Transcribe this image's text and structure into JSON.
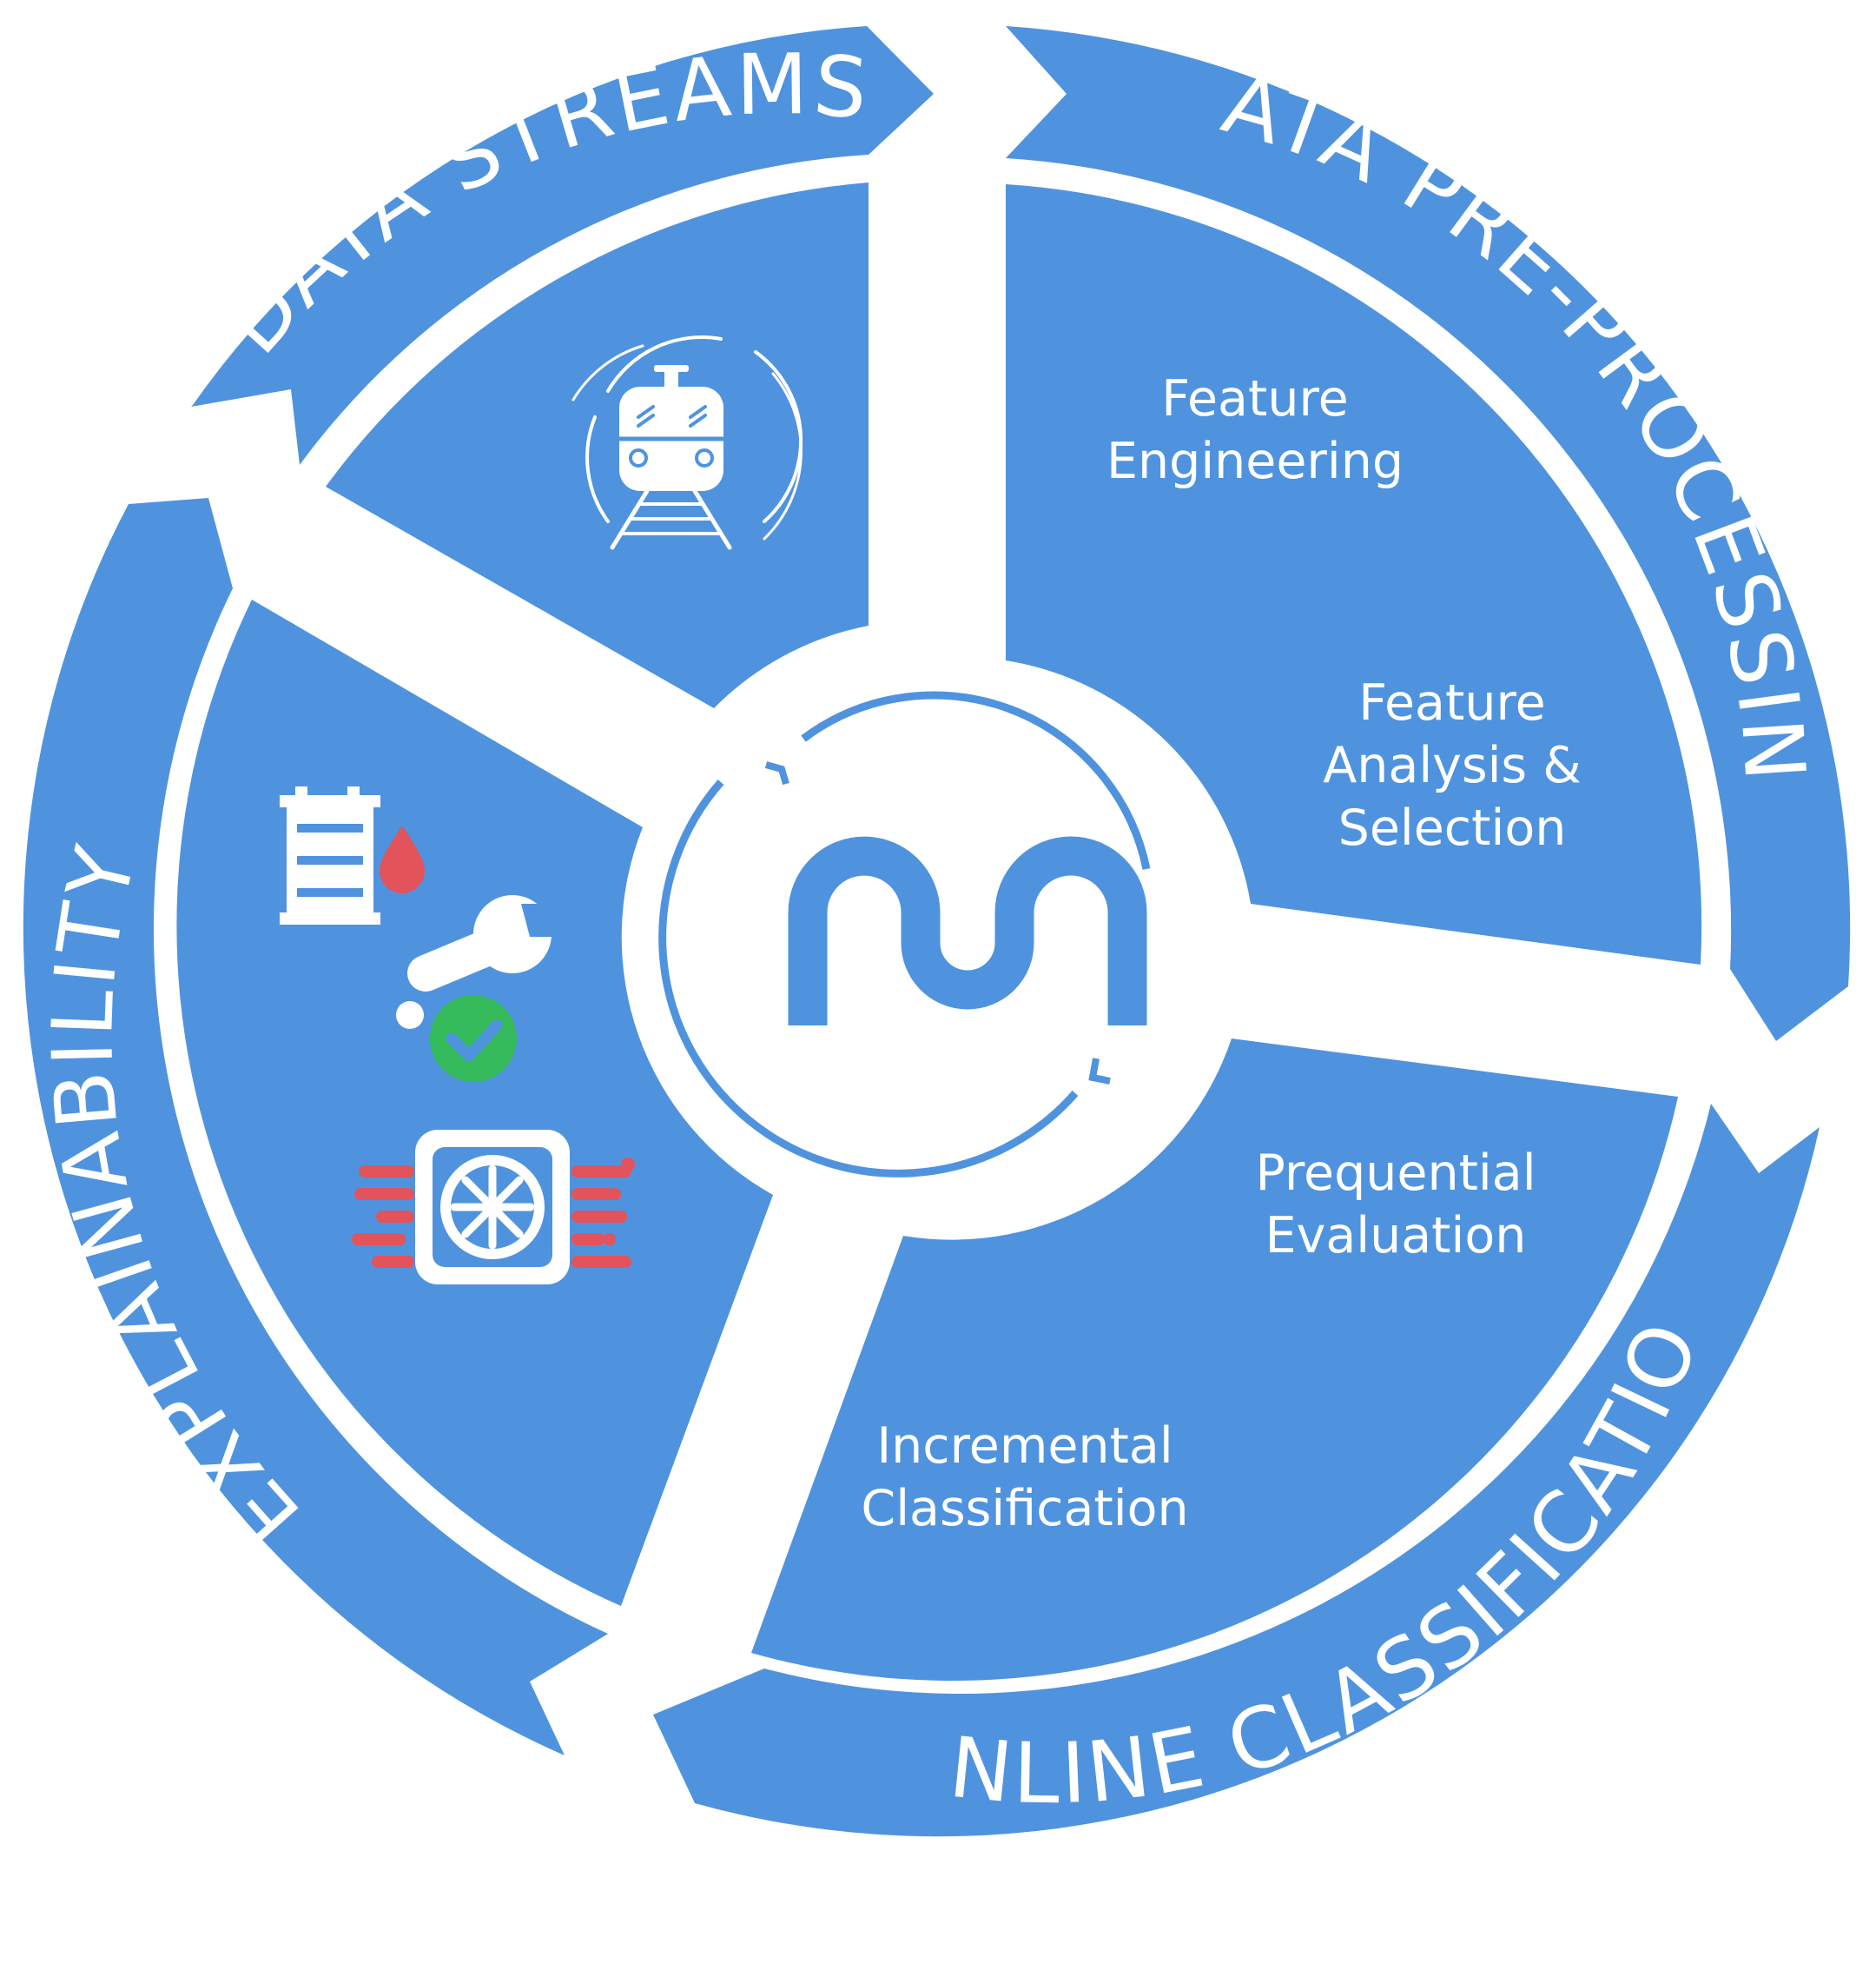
{
  "colors": {
    "primary": "#4f93df",
    "background": "#ffffff",
    "icon_red": "#e2535b",
    "icon_green": "#35ba5c"
  },
  "diagram": {
    "center_logo_icon": "cycle-logo-icon",
    "stages": [
      {
        "label": "DATA STREAMS",
        "icon": "train-icon",
        "items": []
      },
      {
        "label": "DATA PRE-PROCESSING",
        "items": [
          "Feature Engineering",
          "Feature Analysis & Selection"
        ]
      },
      {
        "label": "ONLINE CLASSIFICATION",
        "items": [
          "Prequential Evaluation",
          "Incremental Classification"
        ]
      },
      {
        "label": "EXPLAINABILITY",
        "icons": [
          "oil-barrel-icon",
          "wrench-check-icon",
          "cooling-fan-icon"
        ],
        "items": []
      }
    ]
  }
}
